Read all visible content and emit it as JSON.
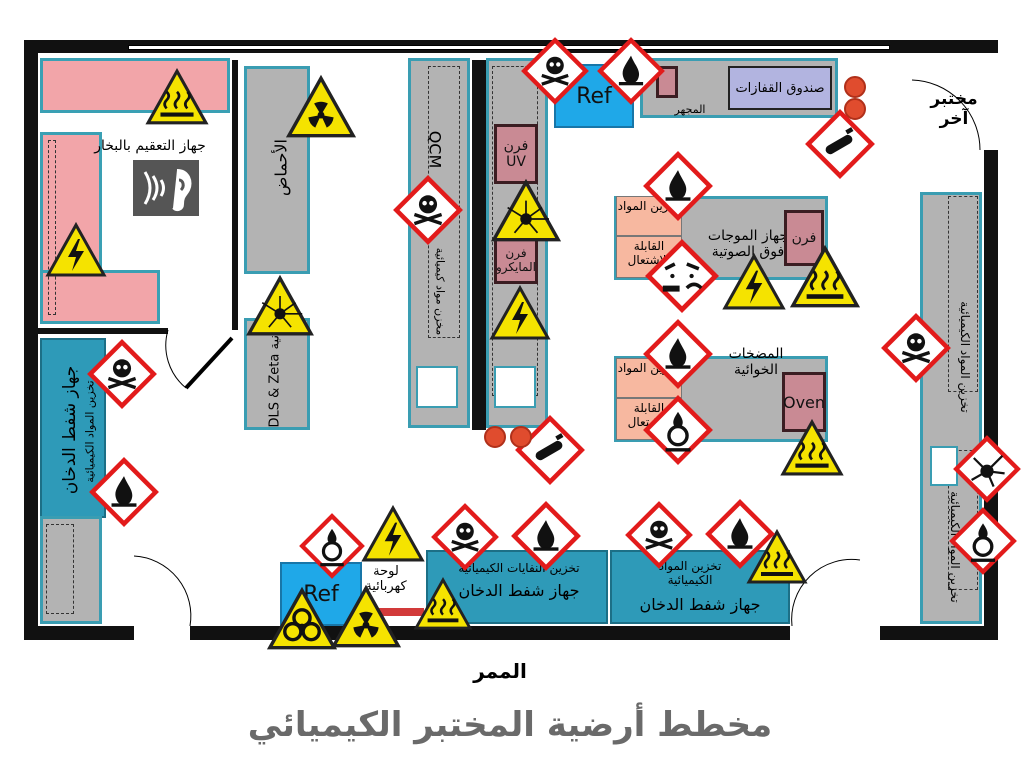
{
  "title": "مخطط أرضية المختبر الكيميائي",
  "corridor": "الممر",
  "other_lab": "مختبر آخر",
  "labels": {
    "steam_sterilizer": "جهاز التعقيم بالبخار",
    "acids": "الأحماض",
    "qcm": "QCM",
    "chem_storage_1": "مخزن مواد كيميائية",
    "uv_oven": "فرن UV",
    "microwave_oven": "فرن المايكرو",
    "ref1": "Ref",
    "glove_box": "صندوق القفازات",
    "microscope": "المجهر",
    "ultrasonic": "جهاز الموجات فوق الصوتية",
    "oven_small": "فرن",
    "flammable_storage_1a": "تخزين المواد",
    "flammable_storage_1b": "القابلة للاشتعال",
    "vacuum_pumps": "المضخات الخوائية",
    "oven": "Oven",
    "flammable_storage_2a": "تخزين المواد",
    "flammable_storage_2b": "القابلة للاشتعال",
    "dls_zeta": "DLS & Zeta إمكانية",
    "fume_hood_left": "جهاز شفط الدخان",
    "chem_storage_left": "تخزين المواد الكيميائية",
    "right_storage_top": "تخزين المواد الكيميائية",
    "right_storage_bottom": "تخزين المواد الكيميائية",
    "ref2": "Ref",
    "electrical_panel": "لوحة كهربائية",
    "waste_storage": "تخزين النفايات الكيميائية",
    "fume_hood_1": "جهاز شفط الدخان",
    "chem_storage_bottom": "تخزين المواد الكيميائية",
    "fume_hood_2": "جهاز شفط الدخان"
  },
  "colors": {
    "wall": "#111111",
    "counter_pink": "#f2a5a9",
    "bench_grey": "#b3b3b3",
    "fume_hood": "#2e9ab8",
    "refrigerator": "#1fa8e8",
    "hazard_red": "#e21b1b",
    "hazard_yellow": "#f5e300"
  },
  "hazard_icons": [
    "hot-surface-icon",
    "radiation-icon",
    "high-voltage-icon",
    "noise-hazard-icon",
    "laser-icon",
    "toxic-skull-icon",
    "flammable-icon",
    "oxidizer-icon",
    "corrosive-icon",
    "gas-cylinder-icon",
    "explosive-icon",
    "biohazard-icon"
  ]
}
